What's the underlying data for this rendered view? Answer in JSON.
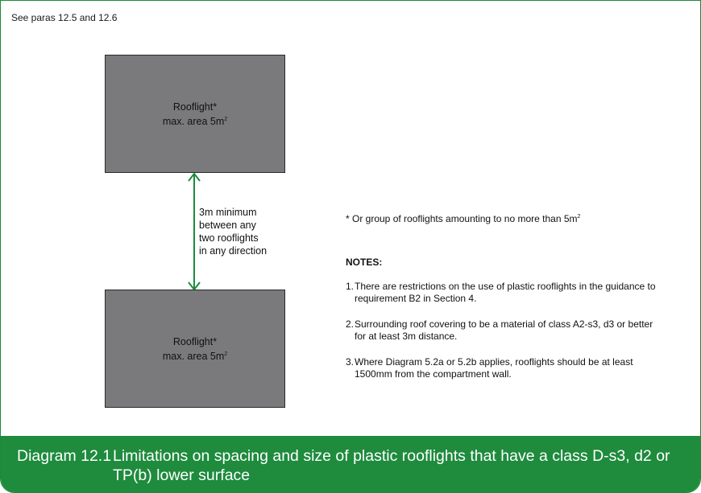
{
  "reference": "See paras 12.5 and 12.6",
  "rooflight_top": {
    "label": "Rooflight*",
    "area_text": "max. area 5m",
    "area_sup": "2"
  },
  "rooflight_bottom": {
    "label": "Rooflight*",
    "area_text": "max. area 5m",
    "area_sup": "2"
  },
  "distance_label": [
    "3m minimum",
    "between any",
    "two rooflights",
    "in any direction"
  ],
  "footnote": {
    "text": "*  Or group of rooflights amounting to no more than 5m",
    "sup": "2"
  },
  "notes": {
    "title": "NOTES:",
    "items": [
      {
        "num": "1.",
        "text": "There are restrictions on the use of plastic rooflights in the guidance to requirement B2 in Section 4."
      },
      {
        "num": "2.",
        "text": "Surrounding roof covering to be a material of class A2-s3, d3 or better for at least 3m distance."
      },
      {
        "num": "3.",
        "text": "Where Diagram 5.2a or 5.2b applies, rooflights should be at least 1500mm from the compartment wall."
      }
    ]
  },
  "caption": {
    "number": "Diagram 12.1",
    "title": "Limitations on spacing and size of plastic rooflights that have a class D-s3, d2 or TP(b) lower surface"
  },
  "colors": {
    "accent": "#1e8b3d",
    "rooflight_fill": "#7a7a7c",
    "arrow": "#1e8b3d"
  }
}
